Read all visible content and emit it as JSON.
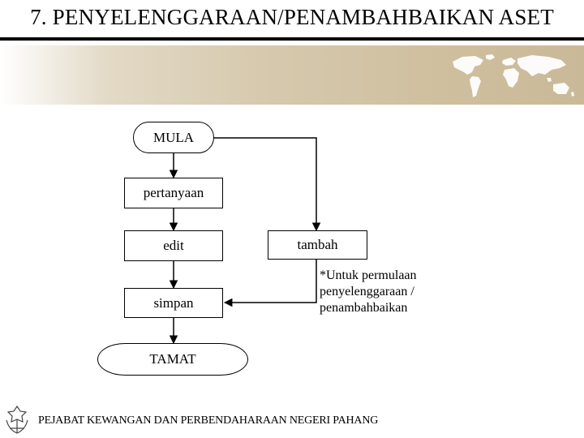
{
  "title": "7. PENYELENGGARAAN/PENAMBAHBAIKAN ASET",
  "flowchart": {
    "start": "MULA",
    "query": "pertanyaan",
    "edit": "edit",
    "add": "tambah",
    "save": "simpan",
    "end": "TAMAT",
    "note": "*Untuk permulaan\npenyelenggaraan /\npenambahbaikan"
  },
  "footer": {
    "organization": "PEJABAT KEWANGAN DAN PERBENDAHARAAN NEGERI PAHANG"
  },
  "icons": {
    "banner": "world-map-icon",
    "emblem": "state-emblem-icon"
  },
  "colors": {
    "banner_band": "#d6c9ad",
    "map_fill": "#ffffff",
    "ink": "#000000"
  }
}
